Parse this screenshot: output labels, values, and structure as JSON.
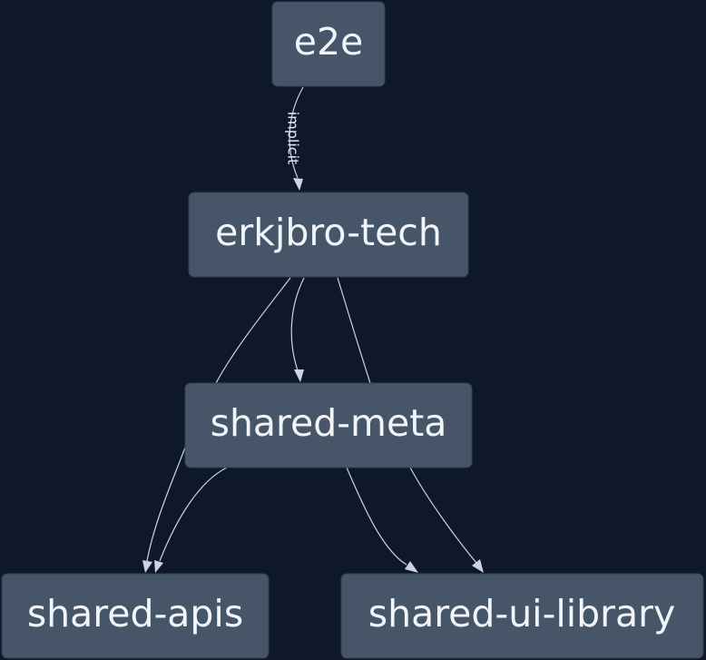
{
  "graph": {
    "nodes": [
      {
        "id": "e2e",
        "label": "e2e"
      },
      {
        "id": "erkjbro-tech",
        "label": "erkjbro-tech"
      },
      {
        "id": "shared-meta",
        "label": "shared-meta"
      },
      {
        "id": "shared-apis",
        "label": "shared-apis"
      },
      {
        "id": "shared-ui-library",
        "label": "shared-ui-library"
      }
    ],
    "edges": [
      {
        "from": "e2e",
        "to": "erkjbro-tech",
        "label": "implicit"
      },
      {
        "from": "erkjbro-tech",
        "to": "shared-meta",
        "label": ""
      },
      {
        "from": "erkjbro-tech",
        "to": "shared-apis",
        "label": ""
      },
      {
        "from": "erkjbro-tech",
        "to": "shared-ui-library",
        "label": ""
      },
      {
        "from": "shared-meta",
        "to": "shared-apis",
        "label": ""
      },
      {
        "from": "shared-meta",
        "to": "shared-ui-library",
        "label": ""
      }
    ]
  },
  "colors": {
    "background": "#0f172a",
    "node_fill": "#475569",
    "node_text": "#f1f5f9",
    "edge": "#cbd5e1"
  }
}
